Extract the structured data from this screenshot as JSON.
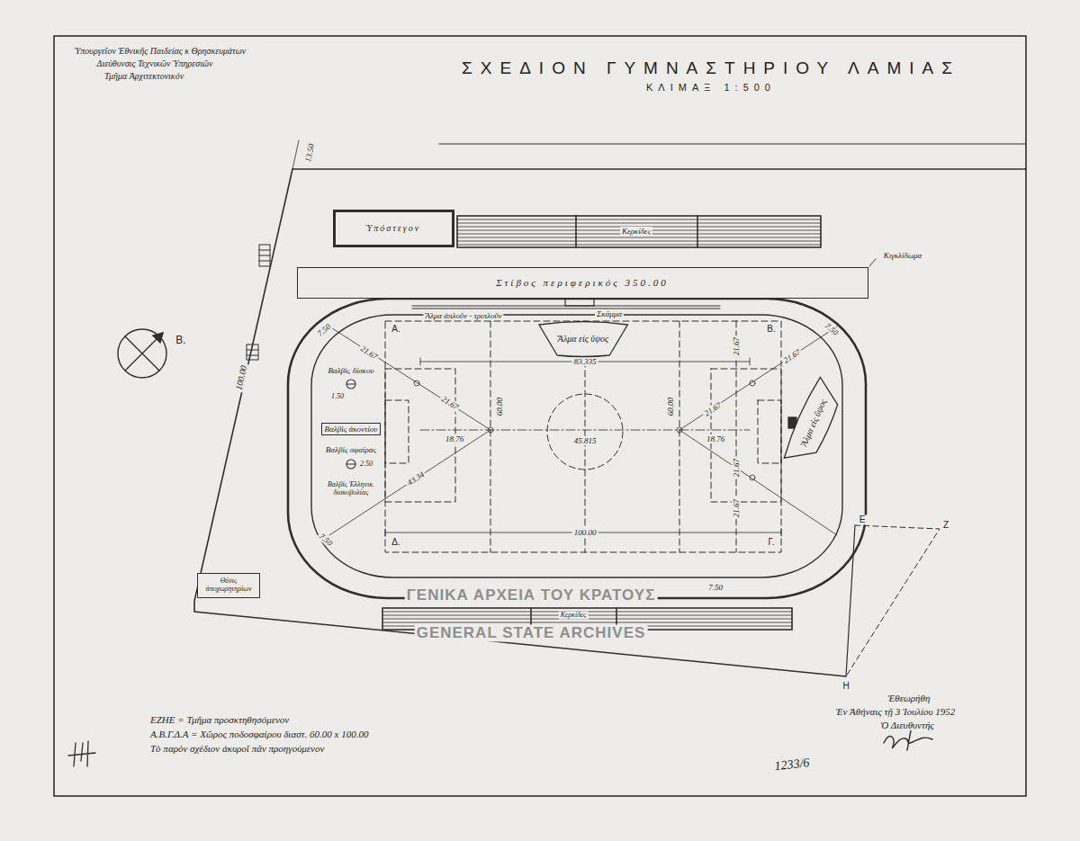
{
  "diagram": {
    "title": "ΣΧΕΔΙΟΝ ΓΥΜΝΑΣΤΗΡΙΟΥ ΛΑΜΙΑΣ",
    "nodes": [
      {
        "text": [
          "Ὑπόστεγον"
        ]
      },
      {
        "text": [
          "Στίβος περιφερικός 350.00"
        ]
      },
      {
        "text": [
          "Ἅλμα εἰς ὕψος"
        ]
      },
      {
        "text": [
          "Ἅλμα εἰς ὕψος"
        ]
      },
      {
        "text": [
          "Βαλβὶς ἀκοντίου"
        ]
      },
      {
        "text": [
          "Θέσις ἀποχωρητηρίων"
        ]
      }
    ],
    "labels": [
      "Ὑπουργεῖον Ἐθνικῆς Παιδείας κ Θρησκευμάτων",
      "Διεύθυνσις Τεχνικῶν Ὑπηρεσιῶν",
      "Τμῆμα Ἀρχιτεκτονικόν",
      "ΚΛΙΜΑΞ 1:500",
      "13.50",
      "100.00",
      "Κιγκλίδωμα",
      "Κερκίδες",
      "Κερκίδες",
      "Ἅλμα ἁπλοῦν - τριπλοῦν",
      "Σκάμμα",
      "Α.",
      "Β.",
      "Δ.",
      "Γ.",
      "Ε",
      "Ζ",
      "Η",
      "83.335",
      "45.815",
      "60.00",
      "60.00",
      "18.76",
      "18.76",
      "21.67",
      "21.67",
      "21.67",
      "21.67",
      "21.67",
      "21.67",
      "21.67",
      "43.34",
      "100.00",
      "7.50",
      "7.50",
      "7.50",
      "7.50",
      "Βαλβὶς δίσκου",
      "1.50",
      "Βαλβὶς σφαίρας",
      "2.50",
      "Βαλβὶς Ἑλληνικ. δισκοβολίας",
      "ΕΖΗΕ = Τμῆμα προσκτηθησόμενον",
      "Α.Β.Γ.Δ.Α = Χῶρος ποδοσφαίρου διαστ. 60.00 x 100.00",
      "Τὸ παρὸν σχέδιον ἀκυροῖ πᾶν προηγούμενον",
      "Ἐθεωρήθη",
      "Ἐν Ἀθήναις τῇ 3 Ἰουλίου 1952",
      "Ὁ Διευθυντής",
      "1233/6",
      "ΓΕΝΙΚΑ ΑΡΧΕΙΑ ΤΟΥ ΚΡΑΤΟΥΣ",
      "GENERAL STATE ARCHIVES",
      "Β."
    ]
  }
}
